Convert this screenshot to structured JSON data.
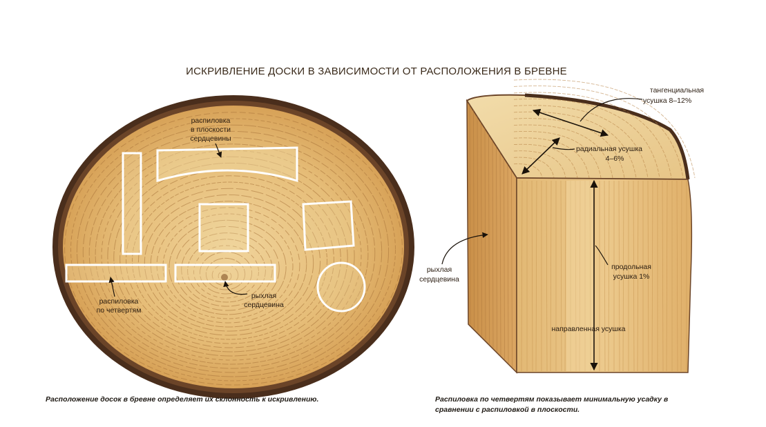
{
  "title": "ИСКРИВЛЕНИЕ ДОСКИ В ЗАВИСИМОСТИ ОТ РАСПОЛОЖЕНИЯ В БРЕВНЕ",
  "left_figure": {
    "label_plain_sawn": [
      "распиловка",
      "в плоскости",
      "сердцевины"
    ],
    "label_quarter_sawn": [
      "распиловка",
      "по четвертям"
    ],
    "label_pith": [
      "рыхлая",
      "сердцевина"
    ],
    "caption": "Расположение досок в бревне определяет их склонность к искривлению."
  },
  "right_figure": {
    "label_tangential": [
      "тангенциальная",
      "усушка 8–12%"
    ],
    "label_radial": [
      "радиальная усушка",
      "4–6%"
    ],
    "label_pith": [
      "рыхлая",
      "сердцевина"
    ],
    "label_longitudinal": [
      "продольная",
      "усушка 1%"
    ],
    "label_directed": "направленная усушка",
    "caption": [
      "Распиловка по четвертям показывает минимальную усадку в",
      "сравнении с распиловкой в плоскости."
    ]
  },
  "colors": {
    "wood_light": "#e8c98a",
    "wood_mid": "#d9aa62",
    "ring": "#a8733a",
    "bark": "#4a2e1c",
    "text": "#2a1c10"
  }
}
